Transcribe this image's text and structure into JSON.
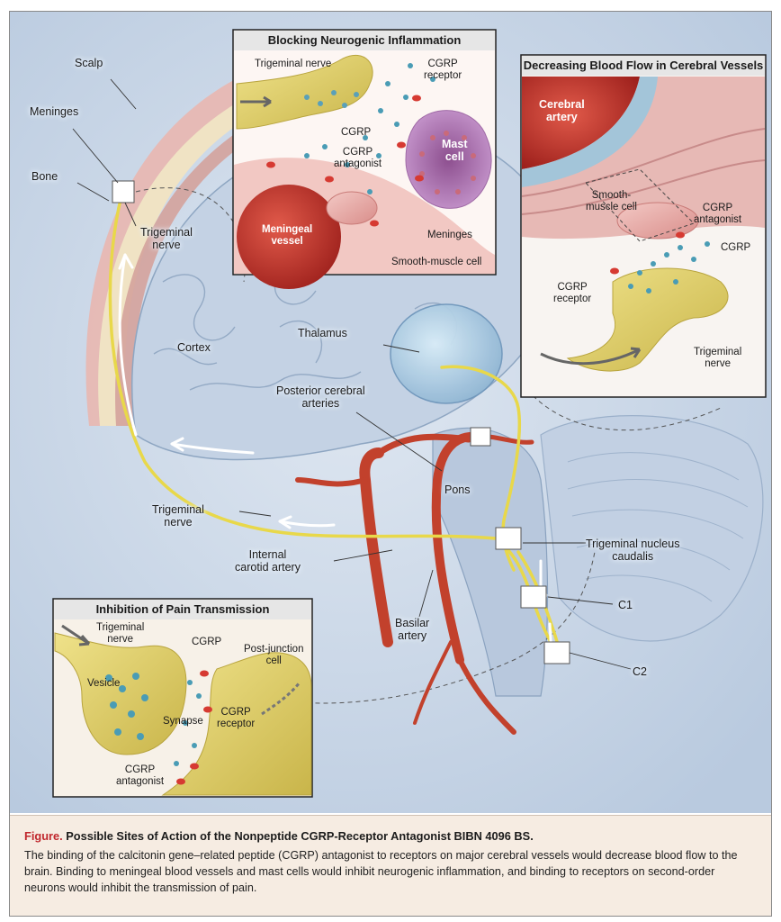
{
  "labels": {
    "scalp": "Scalp",
    "meninges_left": "Meninges",
    "bone": "Bone",
    "trigeminal_nerve_top_l1": "Trigeminal",
    "trigeminal_nerve_top_l2": "nerve",
    "cortex": "Cortex",
    "thalamus": "Thalamus",
    "posterior_arteries_l1": "Posterior cerebral",
    "posterior_arteries_l2": "arteries",
    "pons": "Pons",
    "trigeminal_nerve_mid_l1": "Trigeminal",
    "trigeminal_nerve_mid_l2": "nerve",
    "internal_carotid_l1": "Internal",
    "internal_carotid_l2": "carotid artery",
    "basilar_l1": "Basilar",
    "basilar_l2": "artery",
    "trigeminal_nucleus_l1": "Trigeminal nucleus",
    "trigeminal_nucleus_l2": "caudalis",
    "c1": "C1",
    "c2": "C2"
  },
  "inset_neurogenic": {
    "title": "Blocking Neurogenic Inflammation",
    "trigeminal_nerve": "Trigeminal nerve",
    "cgrp_receptor_l1": "CGRP",
    "cgrp_receptor_l2": "receptor",
    "cgrp": "CGRP",
    "mast_cell_l1": "Mast",
    "mast_cell_l2": "cell",
    "cgrp_antagonist_l1": "CGRP",
    "cgrp_antagonist_l2": "antagonist",
    "meningeal_vessel_l1": "Meningeal",
    "meningeal_vessel_l2": "vessel",
    "meninges": "Meninges",
    "smooth_muscle_cell": "Smooth-muscle cell"
  },
  "inset_bloodflow": {
    "title": "Decreasing Blood Flow in Cerebral Vessels",
    "cerebral_artery_l1": "Cerebral",
    "cerebral_artery_l2": "artery",
    "smooth_muscle_l1": "Smooth-",
    "smooth_muscle_l2": "muscle cell",
    "cgrp_antagonist_l1": "CGRP",
    "cgrp_antagonist_l2": "antagonist",
    "cgrp": "CGRP",
    "cgrp_receptor_l1": "CGRP",
    "cgrp_receptor_l2": "receptor",
    "trigeminal_nerve_l1": "Trigeminal",
    "trigeminal_nerve_l2": "nerve"
  },
  "inset_pain": {
    "title": "Inhibition of Pain Transmission",
    "trigeminal_nerve_l1": "Trigeminal",
    "trigeminal_nerve_l2": "nerve",
    "cgrp": "CGRP",
    "post_junction_l1": "Post-junction",
    "post_junction_l2": "cell",
    "vesicle": "Vesicle",
    "synapse": "Synapse",
    "cgrp_receptor_l1": "CGRP",
    "cgrp_receptor_l2": "receptor",
    "cgrp_antagonist_l1": "CGRP",
    "cgrp_antagonist_l2": "antagonist"
  },
  "caption": {
    "figure_label": "Figure.",
    "title": "Possible Sites of Action of the Nonpeptide CGRP-Receptor Antagonist BIBN 4096 BS.",
    "body": "The binding of the calcitonin gene–related peptide (CGRP) antagonist to receptors on major cerebral vessels would decrease blood flow to the brain. Binding to meningeal blood vessels and mast cells would inhibit neurogenic inflammation, and binding to receptors on second-order neurons would inhibit the transmission of pain."
  },
  "colors": {
    "background_blue": "#c9d7e8",
    "nerve_yellow": "#e8d84a",
    "artery_red": "#c2412c",
    "scalp_pink": "#e9b7b0",
    "caption_bg": "#f6ece2",
    "caption_accent": "#c0272d"
  }
}
